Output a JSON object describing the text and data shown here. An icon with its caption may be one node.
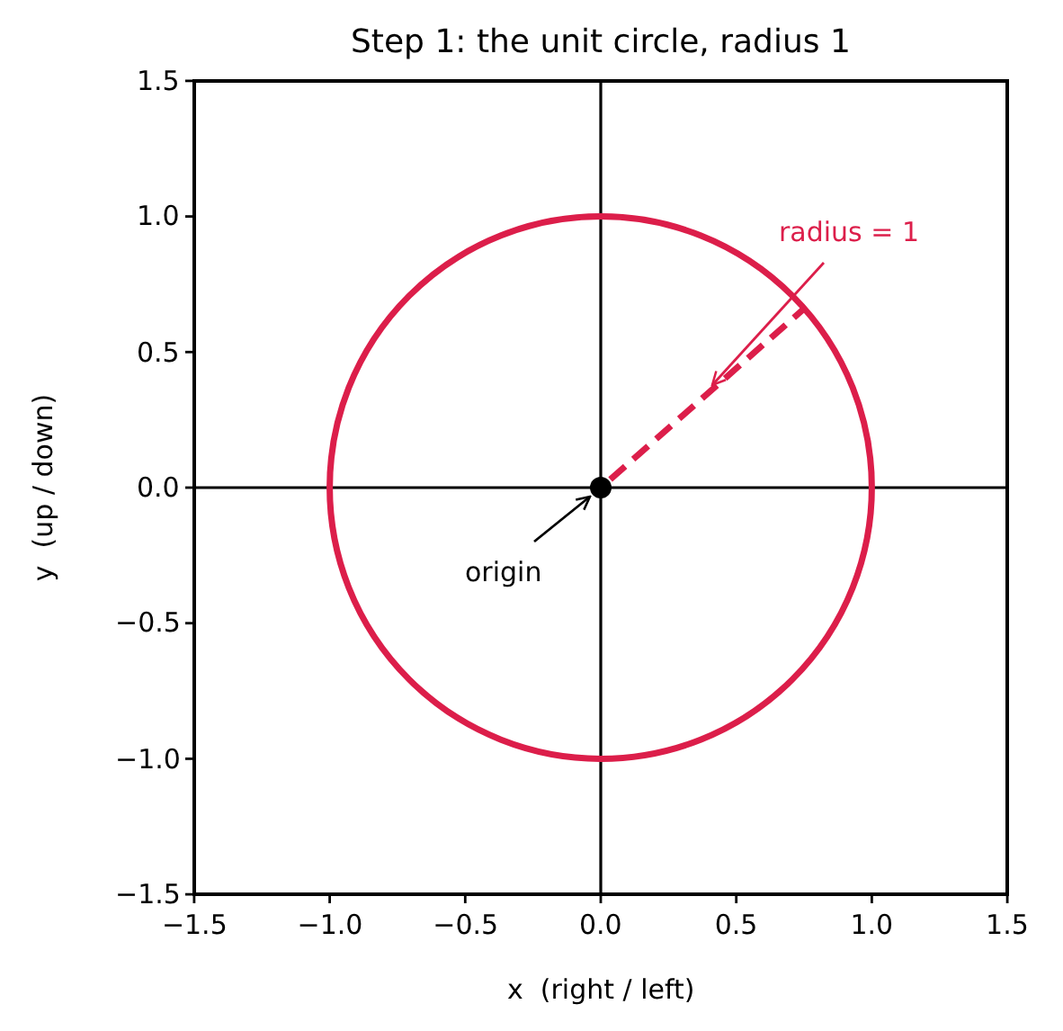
{
  "diagram": {
    "title": "Step 1: the unit circle, radius 1",
    "nodes": [
      {
        "text": [
          "radius = 1"
        ]
      },
      {
        "text": [],
        "shape": "line"
      },
      {
        "text": [
          "origin"
        ]
      },
      {
        "text": [],
        "shape": "circle"
      }
    ],
    "edges": [
      {
        "from": 0,
        "to": 1,
        "arrow": "to",
        "color": "#dc1e4a"
      },
      {
        "from": 2,
        "to": 3,
        "arrow": "to",
        "color": "#000000"
      }
    ],
    "labels": [
      "1.5",
      "1.0",
      "0.5",
      "0.0",
      "−0.5",
      "−1.0",
      "−1.5",
      "−1.5",
      "−1.0",
      "−0.5",
      "0.0",
      "0.5",
      "1.0",
      "1.5",
      "x  (right / left)",
      "y  (up / down)"
    ]
  }
}
